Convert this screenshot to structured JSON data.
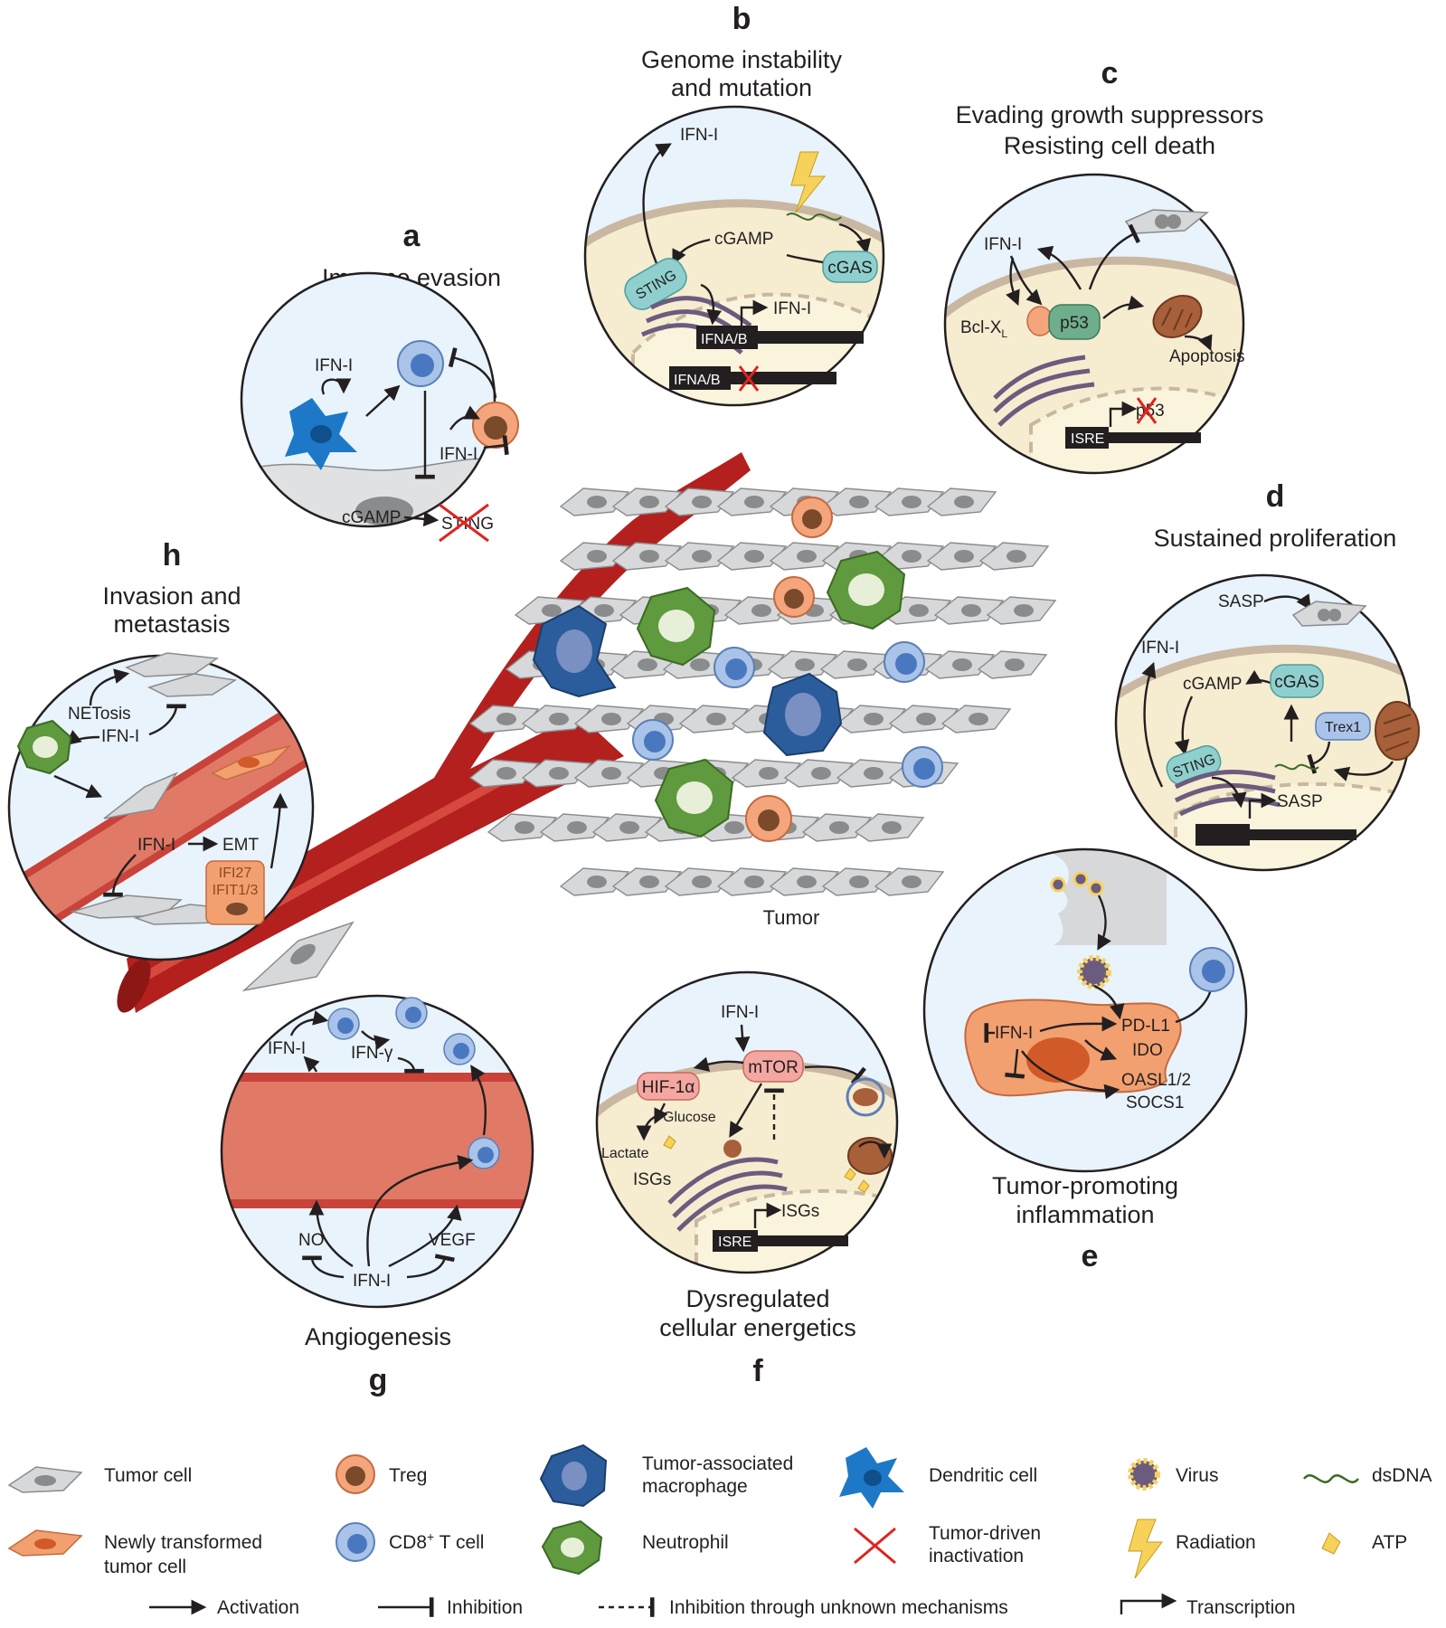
{
  "panels": {
    "a": {
      "letter": "a",
      "title": "Immune evasion",
      "ifn1_top": "IFN-I",
      "ifn1_mid": "IFN-I",
      "cgamp": "cGAMP",
      "sting": "STING"
    },
    "b": {
      "letter": "b",
      "title_line1": "Genome instability",
      "title_line2": "and mutation",
      "ifn1_top": "IFN-I",
      "cgamp": "cGAMP",
      "cgas": "cGAS",
      "sting": "STING",
      "ifn1_tx": "IFN-I",
      "gene1": "IFNA/B",
      "gene2": "IFNA/B"
    },
    "c": {
      "letter": "c",
      "title_line1": "Evading growth suppressors",
      "title_line2": "Resisting cell death",
      "ifn1": "IFN-I",
      "bclxl": "Bcl-X",
      "bclxl_sub": "L",
      "p53": "p53",
      "apoptosis": "Apoptosis",
      "isre": "ISRE",
      "p53_gene": "p53"
    },
    "d": {
      "letter": "d",
      "title": "Sustained proliferation",
      "sasp_top": "SASP",
      "ifn1": "IFN-I",
      "cgamp": "cGAMP",
      "cgas": "cGAS",
      "trex1": "Trex1",
      "sting": "STING",
      "sasp_tx": "SASP"
    },
    "e": {
      "letter": "e",
      "title_line1": "Tumor-promoting",
      "title_line2": "inflammation",
      "ifn1": "IFN-I",
      "pdl1": "PD-L1",
      "ido": "IDO",
      "oasl": "OASL1/2",
      "socs1": "SOCS1"
    },
    "f": {
      "letter": "f",
      "title_line1": "Dysregulated",
      "title_line2": "cellular energetics",
      "ifn1": "IFN-I",
      "mtor": "mTOR",
      "hif": "HIF-1α",
      "glucose": "Glucose",
      "lactate": "Lactate",
      "isgs": "ISGs",
      "isgs_tx": "ISGs",
      "isre": "ISRE"
    },
    "g": {
      "letter": "g",
      "title": "Angiogenesis",
      "ifn1_top": "IFN-I",
      "ifng": "IFN-γ",
      "no": "NO",
      "vegf": "VEGF",
      "ifn1_bottom": "IFN-I"
    },
    "h": {
      "letter": "h",
      "title_line1": "Invasion and",
      "title_line2": "metastasis",
      "netosis": "NETosis",
      "ifn1_top": "IFN-I",
      "ifn1_bottom": "IFN-I",
      "emt": "EMT",
      "ifi27": "IFI27",
      "ifit": "IFIT1/3"
    }
  },
  "tumor_label": "Tumor",
  "legend": {
    "items": [
      {
        "id": "tumor-cell",
        "label_line1": "Tumor cell",
        "label_line2": ""
      },
      {
        "id": "treg",
        "label_line1": "Treg",
        "label_line2": ""
      },
      {
        "id": "tam",
        "label_line1": "Tumor-associated",
        "label_line2": "macrophage"
      },
      {
        "id": "dendritic",
        "label_line1": "Dendritic cell",
        "label_line2": ""
      },
      {
        "id": "virus",
        "label_line1": "Virus",
        "label_line2": ""
      },
      {
        "id": "dsdna",
        "label_line1": "dsDNA",
        "label_line2": ""
      },
      {
        "id": "new-tumor",
        "label_line1": "Newly transformed",
        "label_line2": "tumor cell"
      },
      {
        "id": "cd8",
        "label_line1": "CD8",
        "label_sup": "+",
        "label_rest": " T cell"
      },
      {
        "id": "neutrophil",
        "label_line1": "Neutrophil",
        "label_line2": ""
      },
      {
        "id": "inactivation",
        "label_line1": "Tumor-driven",
        "label_line2": "inactivation"
      },
      {
        "id": "radiation",
        "label_line1": "Radiation",
        "label_line2": ""
      },
      {
        "id": "atp",
        "label_line1": "ATP",
        "label_line2": ""
      }
    ],
    "lines": [
      {
        "id": "activation",
        "label": "Activation"
      },
      {
        "id": "inhibition",
        "label": "Inhibition"
      },
      {
        "id": "unknown",
        "label": "Inhibition through unknown mechanisms"
      },
      {
        "id": "transcription",
        "label": "Transcription"
      }
    ]
  },
  "colors": {
    "vessel": "#b3201e",
    "vessel_light": "#e07a66",
    "cyto": "#f6ecd0",
    "nucleus": "#fbf4dd",
    "membrane": "#c9b7a2",
    "bubble_bg": "#e8f3fb",
    "tumor_cell": "#d7d8da",
    "treg": "#f4a57c",
    "cd8": "#a9c4e8",
    "neutrophil": "#5f9a3e",
    "macrophage": "#2b5d9c",
    "dendritic": "#1e78c8",
    "sting": "#8fd0cf",
    "red_x": "#e0231f",
    "atp": "#f7d25a"
  }
}
